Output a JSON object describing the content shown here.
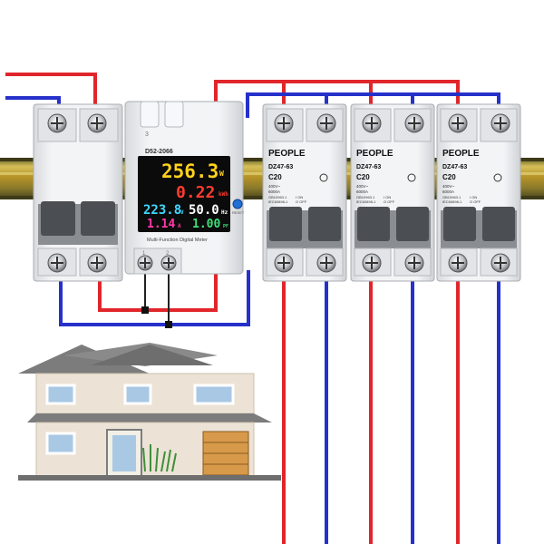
{
  "colors": {
    "live_wire": "#e0262b",
    "neutral_wire": "#2631c9",
    "rail": "#c9a82a",
    "breaker_body": "#e9ebee",
    "meter_screen": "#0b0b0b",
    "house_wall": "#ece3d6",
    "house_roof": "#777777",
    "garage": "#d79a4a"
  },
  "breakers": [
    {
      "brand": "PEOPLE",
      "model": "DZ47-63",
      "rating": "C20",
      "spec1": "400V~",
      "spec2": "6000A",
      "std1": "GB10963.1",
      "std2": "IEC60898-1",
      "on": "I ON",
      "off": "O OFF"
    },
    {
      "brand": "PEOPLE",
      "model": "DZ47-63",
      "rating": "C20",
      "spec1": "400V~",
      "spec2": "6000A",
      "std1": "GB10963.1",
      "std2": "IEC60898-1",
      "on": "I ON",
      "off": "O OFF"
    },
    {
      "brand": "PEOPLE",
      "model": "DZ47-63",
      "rating": "C20",
      "spec1": "400V~",
      "spec2": "6000A",
      "std1": "GB10963.1",
      "std2": "IEC60898-1",
      "on": "I ON",
      "off": "O OFF"
    },
    {
      "brand": "PEOPLE",
      "model": "DZ47-63",
      "rating": "C20",
      "spec1": "400V~",
      "spec2": "6000A",
      "std1": "GB10963.1",
      "std2": "IEC60898-1",
      "on": "I ON",
      "off": "O OFF"
    }
  ],
  "meter": {
    "model": "D52-2066",
    "power": "256.3",
    "power_unit": "W",
    "energy": "0.22",
    "energy_unit": "kWh",
    "voltage": "223.8",
    "voltage_unit": "V",
    "frequency": "50.0",
    "frequency_unit": "Hz",
    "current": "1.14",
    "current_unit": "A",
    "power_factor": "1.00",
    "power_factor_unit": "PF",
    "caption": "Multi-Function Digital Meter",
    "terminal_top": "3",
    "terminal_left": "1",
    "terminal_right": "2",
    "reset_label": "RESET"
  }
}
